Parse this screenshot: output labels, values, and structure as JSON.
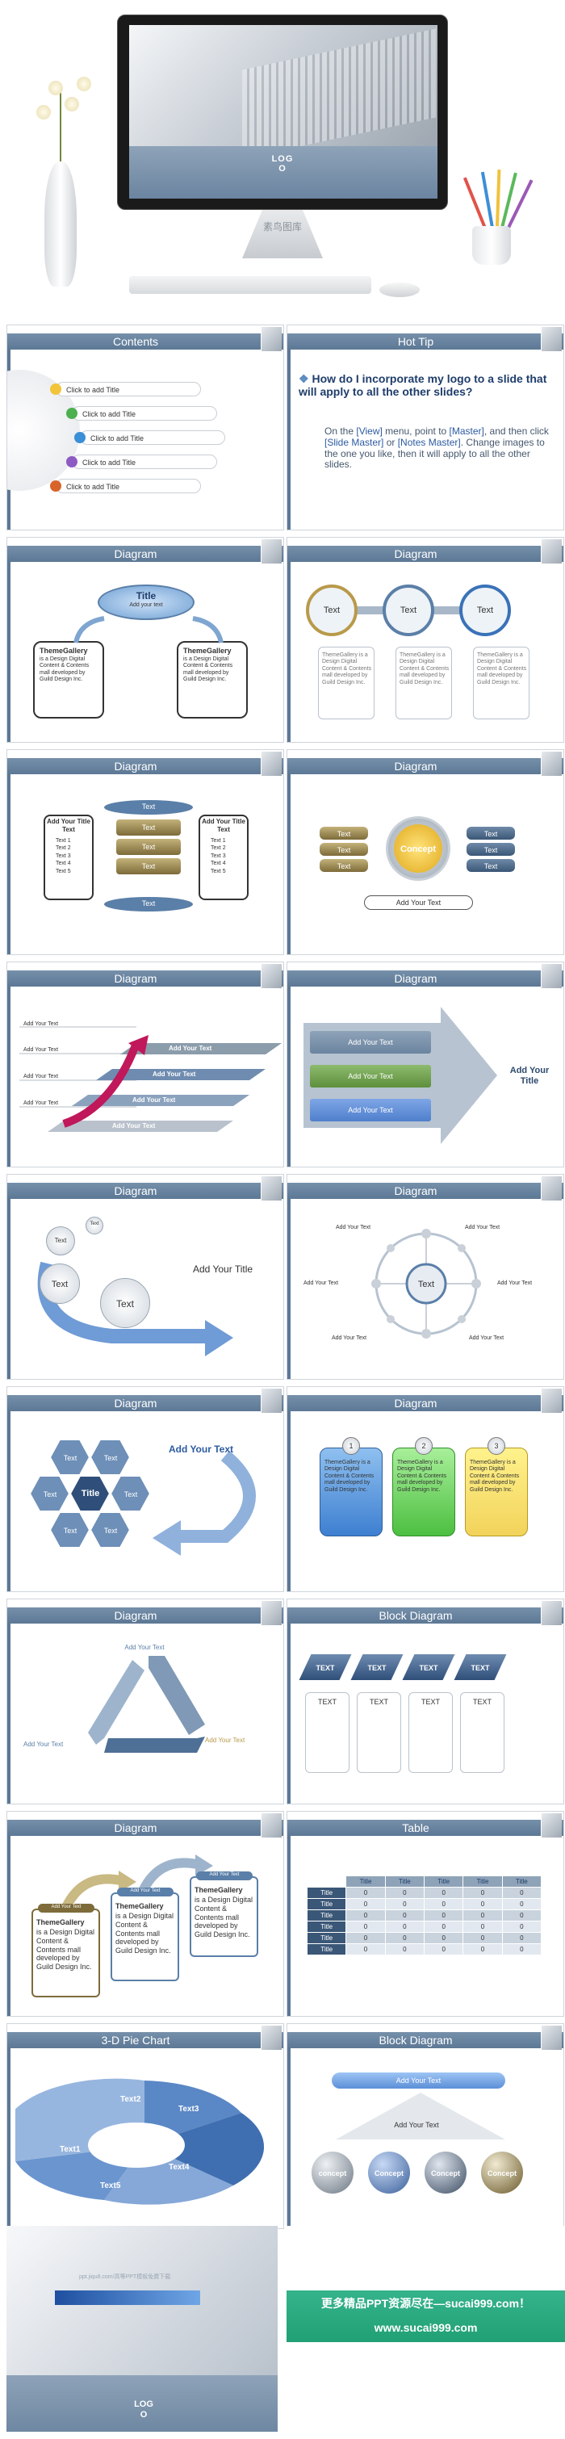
{
  "hero": {
    "logo": "LOG\nO",
    "brand": "素鸟图库"
  },
  "colors": {
    "header_bar": "#5c7895",
    "accent_blue": "#2c5aa0",
    "green": "#21a074",
    "yellow": "#f2d35b"
  },
  "slides": {
    "contents": {
      "title": "Contents",
      "items": [
        "Click to add Title",
        "Click to add Title",
        "Click to add Title",
        "Click to add Title",
        "Click to add Title"
      ]
    },
    "hot_tip": {
      "title": "Hot Tip",
      "question": "How do I incorporate my logo to a slide that will apply to all the other slides?",
      "answer_1": "On the ",
      "answer_view": "[View]",
      "answer_2": " menu, point to ",
      "answer_master": "[Master]",
      "answer_3": ", and then click ",
      "answer_slide_master": "[Slide Master]",
      "answer_4": " or ",
      "answer_notes_master": "[Notes Master]",
      "answer_5": ". Change images to the one you like, then it will apply to all the other slides."
    },
    "diagram_title": {
      "title": "Diagram",
      "center_title": "Title",
      "center_sub": "Add your text",
      "left_head": "ThemeGallery",
      "left_body": "is a Design Digital Content & Contents mall developed by Guild Design Inc.",
      "right_head": "ThemeGallery",
      "right_body": "is a Design Digital Content & Contents mall developed by Guild Design Inc."
    },
    "diagram_circles": {
      "title": "Diagram",
      "circles": [
        "Text",
        "Text",
        "Text"
      ],
      "body": "ThemeGallery is a Design Digital Content & Contents mall developed by Guild Design Inc."
    },
    "diagram_cylinder": {
      "title": "Diagram",
      "top": "Text",
      "bottom": "Text",
      "layers": [
        "Text",
        "Text",
        "Text"
      ],
      "left_title": "Add Your Title Text",
      "right_title": "Add Your Title Text",
      "list": [
        "Text 1",
        "Text 2",
        "Text 3",
        "Text 4",
        "Text 5"
      ]
    },
    "diagram_concept": {
      "title": "Diagram",
      "concept": "Concept",
      "left": [
        "Text",
        "Text",
        "Text"
      ],
      "right": [
        "Text",
        "Text",
        "Text"
      ],
      "caption": "Add Your Text"
    },
    "diagram_stairs": {
      "title": "Diagram",
      "labels": [
        "Add Your Text",
        "Add Your Text",
        "Add Your Text",
        "Add Your Text"
      ],
      "steps": [
        "Add Your Text",
        "Add Your Text",
        "Add Your Text",
        "Add Your Text"
      ]
    },
    "diagram_arrow": {
      "title": "Diagram",
      "bars": [
        "Add Your Text",
        "Add Your Text",
        "Add Your Text"
      ],
      "head": "Add Your Title"
    },
    "diagram_spiral": {
      "title": "Diagram",
      "circles": [
        "Text",
        "Text",
        "Text",
        "Text"
      ],
      "head": "Add Your Title"
    },
    "diagram_ring": {
      "title": "Diagram",
      "center": "Text",
      "labels": [
        "Add Your Text",
        "Add Your Text",
        "Add Your Text",
        "Add Your Text",
        "Add Your Text",
        "Add Your Text"
      ]
    },
    "diagram_hex": {
      "title": "Diagram",
      "center": "Title",
      "cells": [
        "Text",
        "Text",
        "Text",
        "Text",
        "Text",
        "Text"
      ],
      "head": "Add Your Text"
    },
    "diagram_cards": {
      "title": "Diagram",
      "numbers": [
        "1",
        "2",
        "3"
      ],
      "body": "ThemeGallery is a Design Digital Content & Contents mall developed by Guild Design Inc."
    },
    "diagram_recycle": {
      "title": "Diagram",
      "labels": [
        "Add Your Text",
        "Add Your Text",
        "Add Your Text"
      ]
    },
    "block_diagram": {
      "title": "Block Diagram",
      "diamonds": [
        "TEXT",
        "TEXT",
        "TEXT",
        "TEXT"
      ],
      "boxes": [
        "TEXT",
        "TEXT",
        "TEXT",
        "TEXT"
      ]
    },
    "diagram_steps": {
      "title": "Diagram",
      "tags": [
        "Add Your Text",
        "Add Your Text",
        "Add Your Text"
      ],
      "head": "ThemeGallery",
      "body": "is a Design Digital Content & Contents mall developed by Guild Design Inc."
    },
    "table": {
      "title": "Table",
      "columns": [
        "",
        "Title",
        "Title",
        "Title",
        "Title",
        "Title"
      ],
      "rows": [
        [
          "Title",
          "0",
          "0",
          "0",
          "0",
          "0"
        ],
        [
          "Title",
          "0",
          "0",
          "0",
          "0",
          "0"
        ],
        [
          "Title",
          "0",
          "0",
          "0",
          "0",
          "0"
        ],
        [
          "Title",
          "0",
          "0",
          "0",
          "0",
          "0"
        ],
        [
          "Title",
          "0",
          "0",
          "0",
          "0",
          "0"
        ],
        [
          "Title",
          "0",
          "0",
          "0",
          "0",
          "0"
        ]
      ]
    },
    "pie": {
      "title": "3-D Pie Chart",
      "labels": [
        "Text1",
        "Text2",
        "Text3",
        "Text4",
        "Text5"
      ]
    },
    "block_diagram_2": {
      "title": "Block Diagram",
      "bar": "Add Your Text",
      "tri": "Add Your Text",
      "balls": [
        "concept",
        "Concept",
        "Concept",
        "Concept"
      ]
    }
  },
  "footer": {
    "watermark": "ppt.jiqu8.com/高等PPT模板免费下载",
    "logo": "LOG\nO",
    "line1": "更多精品PPT资源尽在—sucai999.com！",
    "line2": "www.sucai999.com"
  }
}
